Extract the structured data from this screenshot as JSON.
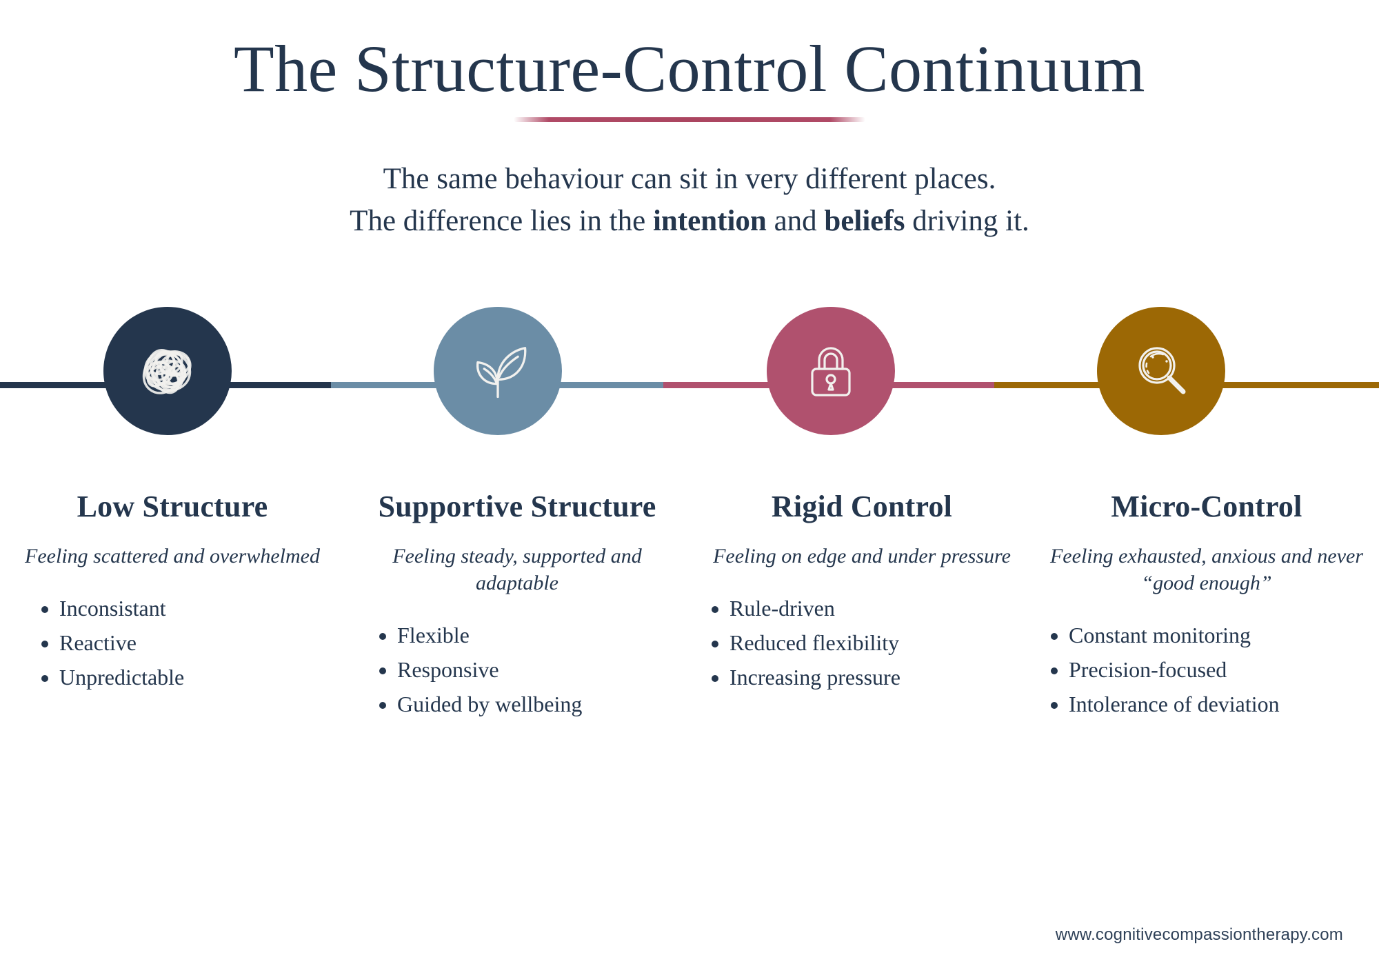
{
  "header": {
    "title": "The Structure-Control Continuum",
    "divider_color": "#ab4560",
    "subtitle_line1": "The same behaviour can sit in very different places.",
    "subtitle_line2_a": "The difference lies in the ",
    "subtitle_line2_b": "intention",
    "subtitle_line2_c": " and ",
    "subtitle_line2_d": "beliefs",
    "subtitle_line2_e": " driving it."
  },
  "continuum": {
    "stages": [
      {
        "id": "low-structure",
        "icon": "scribble-tangle-icon",
        "color": "#24364d",
        "heading": "Low Structure",
        "subtitle": "Feeling scattered and overwhelmed",
        "bullets": [
          "Inconsistant",
          "Reactive",
          "Unpredictable"
        ]
      },
      {
        "id": "supportive-structure",
        "icon": "leaf-sprout-icon",
        "color": "#6b8da6",
        "heading": "Supportive Structure",
        "subtitle": "Feeling steady, supported and adaptable",
        "bullets": [
          "Flexible",
          "Responsive",
          "Guided by wellbeing"
        ]
      },
      {
        "id": "rigid-control",
        "icon": "padlock-icon",
        "color": "#b0516e",
        "heading": "Rigid Control",
        "subtitle": "Feeling on edge and under pressure",
        "bullets": [
          "Rule-driven",
          "Reduced flexibility",
          "Increasing pressure"
        ]
      },
      {
        "id": "micro-control",
        "icon": "magnifying-glass-icon",
        "color": "#9c6805",
        "heading": "Micro-Control",
        "subtitle": "Feeling exhausted, anxious and never “good enough”",
        "bullets": [
          "Constant monitoring",
          "Precision-focused",
          "Intolerance of deviation"
        ]
      }
    ]
  },
  "footer": {
    "website": "www.cognitivecompassiontherapy.com"
  }
}
